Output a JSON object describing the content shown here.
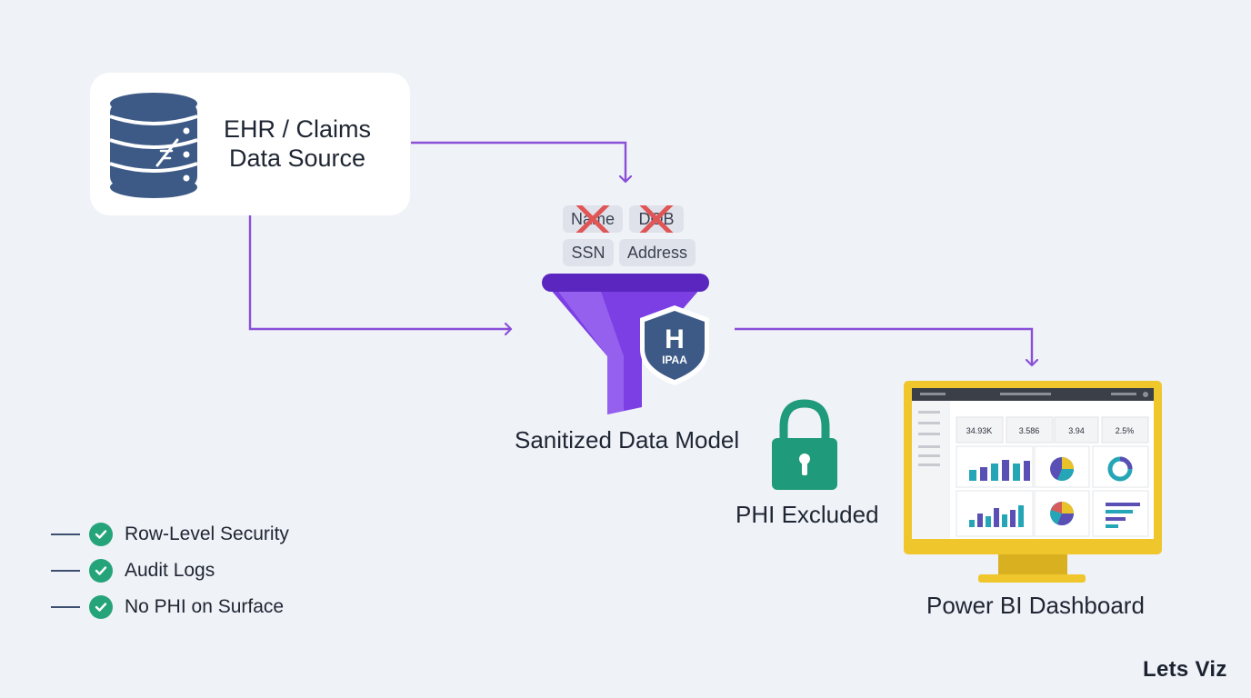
{
  "source": {
    "title_line1": "EHR / Claims",
    "title_line2": "Data Source"
  },
  "pii_fields": [
    "Name",
    "DOB",
    "SSN",
    "Address"
  ],
  "shield": {
    "letter": "H",
    "text": "IPAA"
  },
  "model_label": "Sanitized Data Model",
  "phi_label": "PHI Excluded",
  "dashboard": {
    "label": "Power BI Dashboard",
    "kpis": [
      "34.93K",
      "3.586",
      "3.94",
      "2.5%"
    ]
  },
  "checklist": [
    "Row-Level Security",
    "Audit Logs",
    "No PHI on Surface"
  ],
  "brand": "Lets Viz",
  "colors": {
    "background": "#eff2f7",
    "arrow": "#8a4fd8",
    "funnel": "#7b3fe4",
    "database": "#3d5a87",
    "shield": "#3d5a87",
    "lock": "#1f9a7a",
    "check": "#25a47a",
    "cross": "#e05555",
    "monitor": "#efc72d"
  }
}
